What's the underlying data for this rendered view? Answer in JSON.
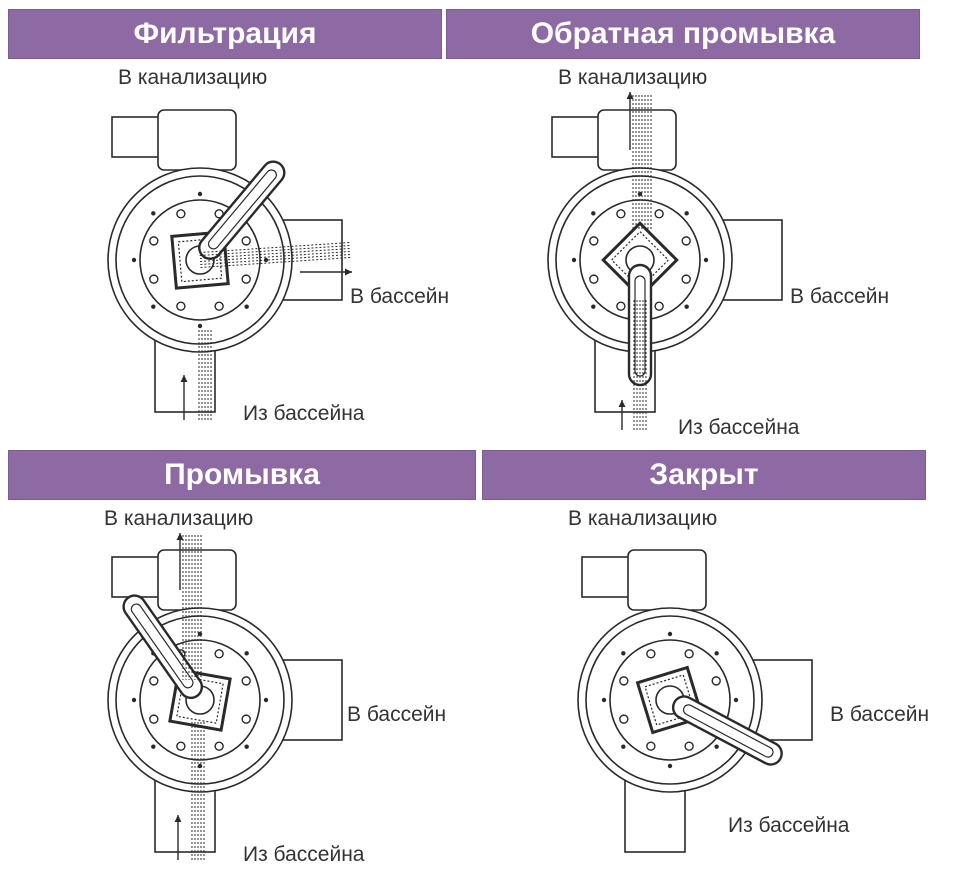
{
  "colors": {
    "banner_bg": "#8e6aa4",
    "banner_text": "#ffffff",
    "line": "#2a2a2a",
    "label": "#333333"
  },
  "panels": [
    {
      "title": "Фильтрация",
      "to_drain": "В канализацию",
      "to_pool": "В бассейн",
      "from_pool": "Из бассейна"
    },
    {
      "title": "Обратная промывка",
      "to_drain": "В канализацию",
      "to_pool": "В бассейн",
      "from_pool": "Из бассейна"
    },
    {
      "title": "Промывка",
      "to_drain": "В канализацию",
      "to_pool": "В бассейн",
      "from_pool": "Из бассейна"
    },
    {
      "title": "Закрыт",
      "to_drain": "В канализацию",
      "to_pool": "В бассейн",
      "from_pool": "Из бассейна"
    }
  ]
}
